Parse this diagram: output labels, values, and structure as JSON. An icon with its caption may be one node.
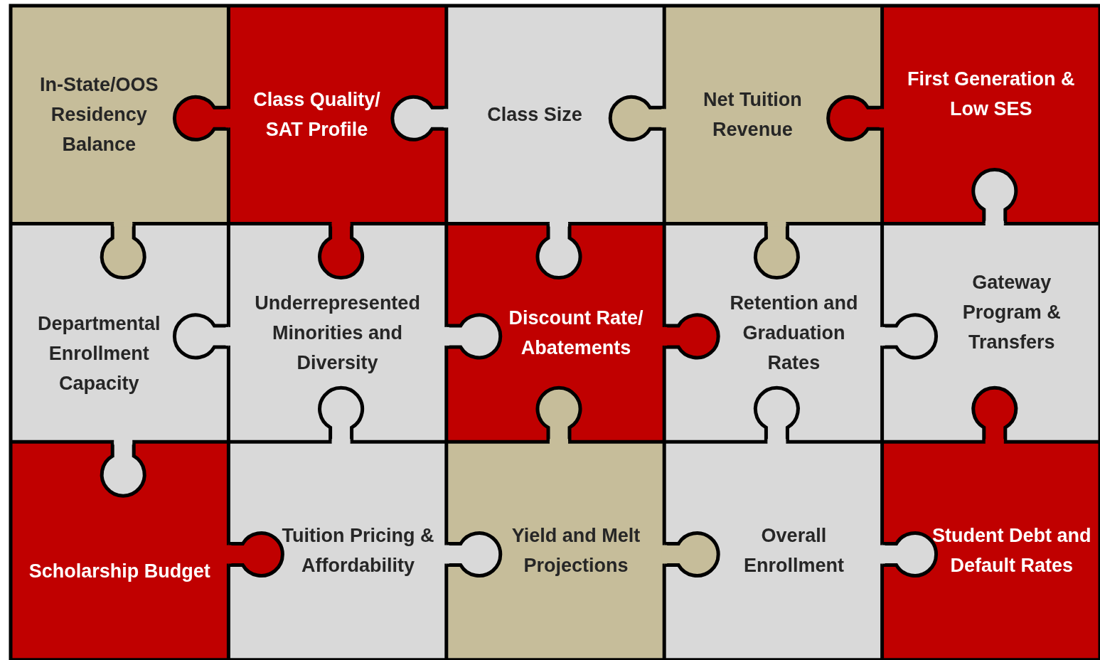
{
  "diagram": {
    "nodes": [
      {
        "text": [
          "In-State/OOS Residency Balance"
        ]
      },
      {
        "text": [
          "Class Quality/ SAT Profile"
        ]
      },
      {
        "text": [
          "Class Size"
        ]
      },
      {
        "text": [
          "Net Tuition Revenue"
        ]
      },
      {
        "text": [
          "First Generation & Low SES"
        ]
      },
      {
        "text": [
          "Departmental Enrollment Capacity"
        ]
      },
      {
        "text": [
          "Underrepresented Minorities and Diversity"
        ]
      },
      {
        "text": [
          "Discount Rate/ Abatements"
        ]
      },
      {
        "text": [
          "Retention and Graduation Rates"
        ]
      },
      {
        "text": [
          "Gateway Program & Transfers"
        ]
      },
      {
        "text": [
          "Scholarship Budget"
        ]
      },
      {
        "text": [
          "Tuition Pricing & Affordability"
        ]
      },
      {
        "text": [
          "Yield and Melt Projections"
        ]
      },
      {
        "text": [
          "Overall Enrollment"
        ]
      },
      {
        "text": [
          "Student Debt and Default Rates"
        ]
      }
    ]
  }
}
